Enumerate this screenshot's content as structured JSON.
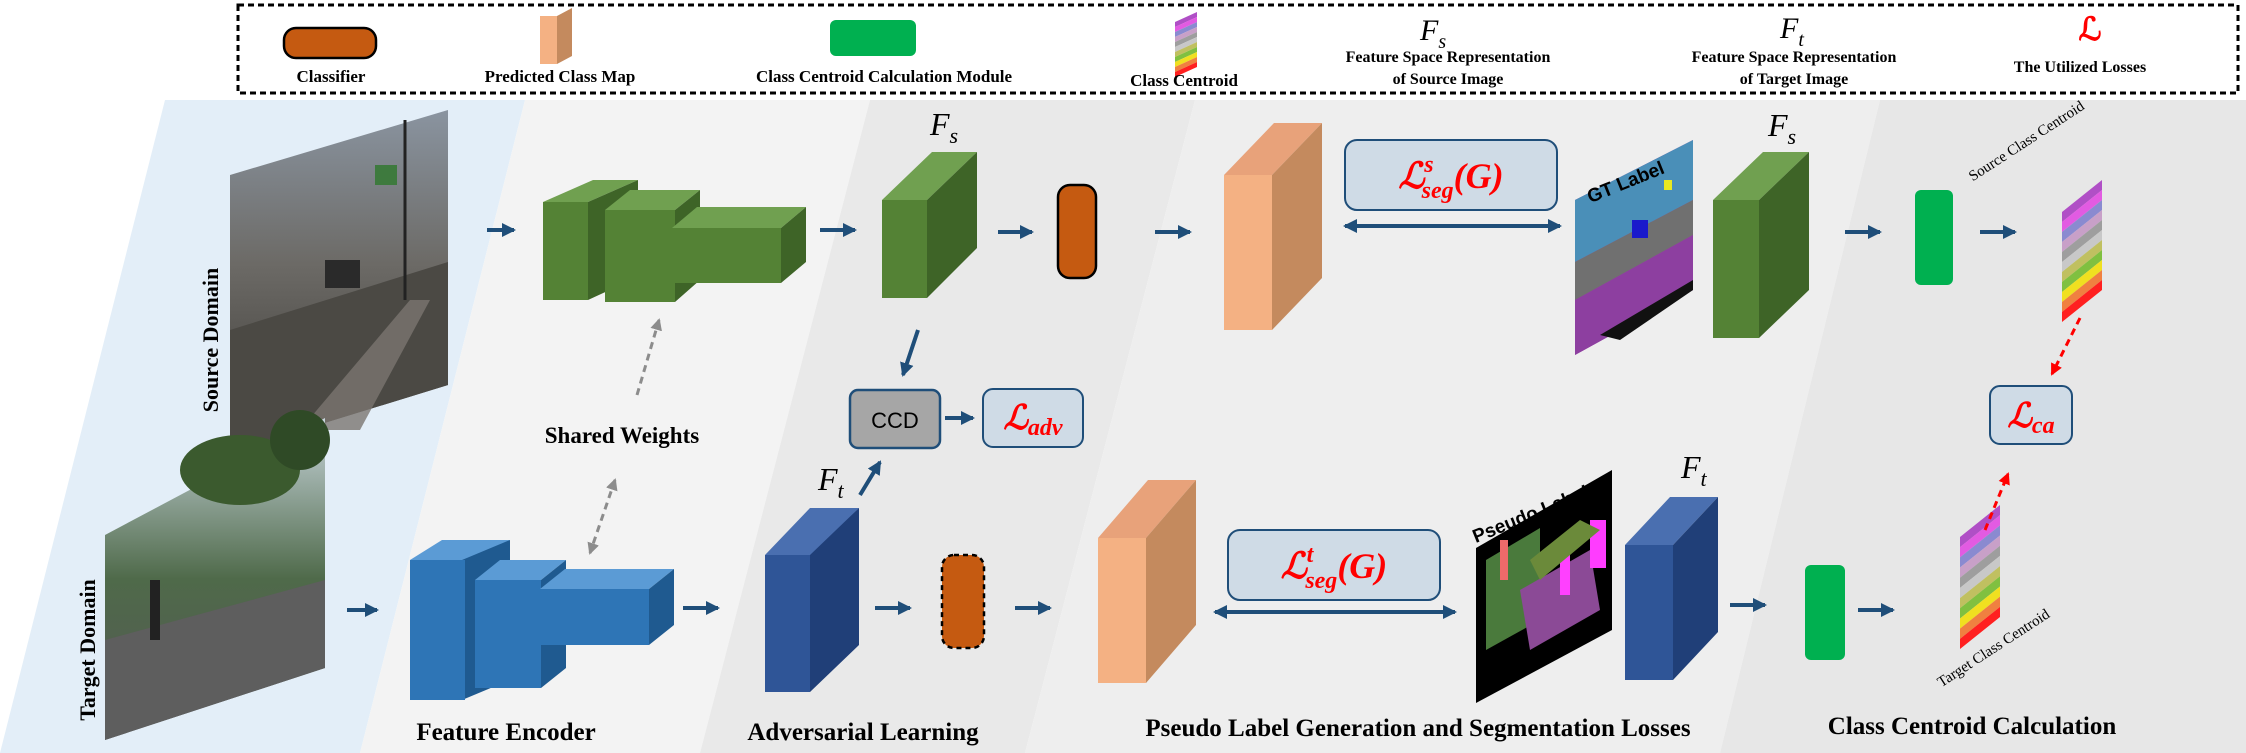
{
  "legend": {
    "classifier": "Classifier",
    "predicted_class_map": "Predicted Class Map",
    "ccc_module": "Class Centroid Calculation Module",
    "class_centroid": "Class Centroid",
    "fs_symbol": "F",
    "fs_sub": "s",
    "fs_desc_line1": "Feature Space Representation",
    "fs_desc_line2": "of Source Image",
    "ft_symbol": "F",
    "ft_sub": "t",
    "ft_desc_line1": "Feature Space Representation",
    "ft_desc_line2": "of Target Image",
    "loss_symbol": "ℒ",
    "loss_desc": "The Utilized Losses"
  },
  "domains": {
    "source": "Source Domain",
    "target": "Target Domain"
  },
  "labels": {
    "shared_weights": "Shared Weights",
    "ccd": "CCD",
    "gt_label": "GT Label",
    "pseudo_label": "Pseudo Label",
    "source_class_centroid": "Source Class Centroid",
    "target_class_centroid": "Target Class Centroid",
    "F": "F",
    "s": "s",
    "t": "t"
  },
  "losses": {
    "script_L": "ℒ",
    "adv_sub": "adv",
    "seg_sub": "seg",
    "seg_s_sup": "s",
    "seg_t_sup": "t",
    "seg_arg": "(G)",
    "ca_sub": "ca"
  },
  "stages": {
    "feature_encoder": "Feature Encoder",
    "adversarial_learning": "Adversarial Learning",
    "pseudo_label": "Pseudo Label Generation and Segmentation Losses",
    "class_centroid": "Class Centroid Calculation"
  },
  "colors": {
    "green_front": "#548235",
    "green_top": "#70a050",
    "green_side": "#3e6427",
    "blue_front": "#2e75b6",
    "blue_top": "#5b9bd5",
    "blue_side": "#1f5a90",
    "dblue_front": "#2f5597",
    "dblue_top": "#4a6fb0",
    "dblue_side": "#203f78",
    "peach_front": "#f4b183",
    "peach_side": "#c48a5e",
    "classifier": "#c55a11",
    "module": "#00b050",
    "loss_box": "#cfdbe6",
    "arrow": "#1f4e79",
    "red": "#ff0000"
  }
}
